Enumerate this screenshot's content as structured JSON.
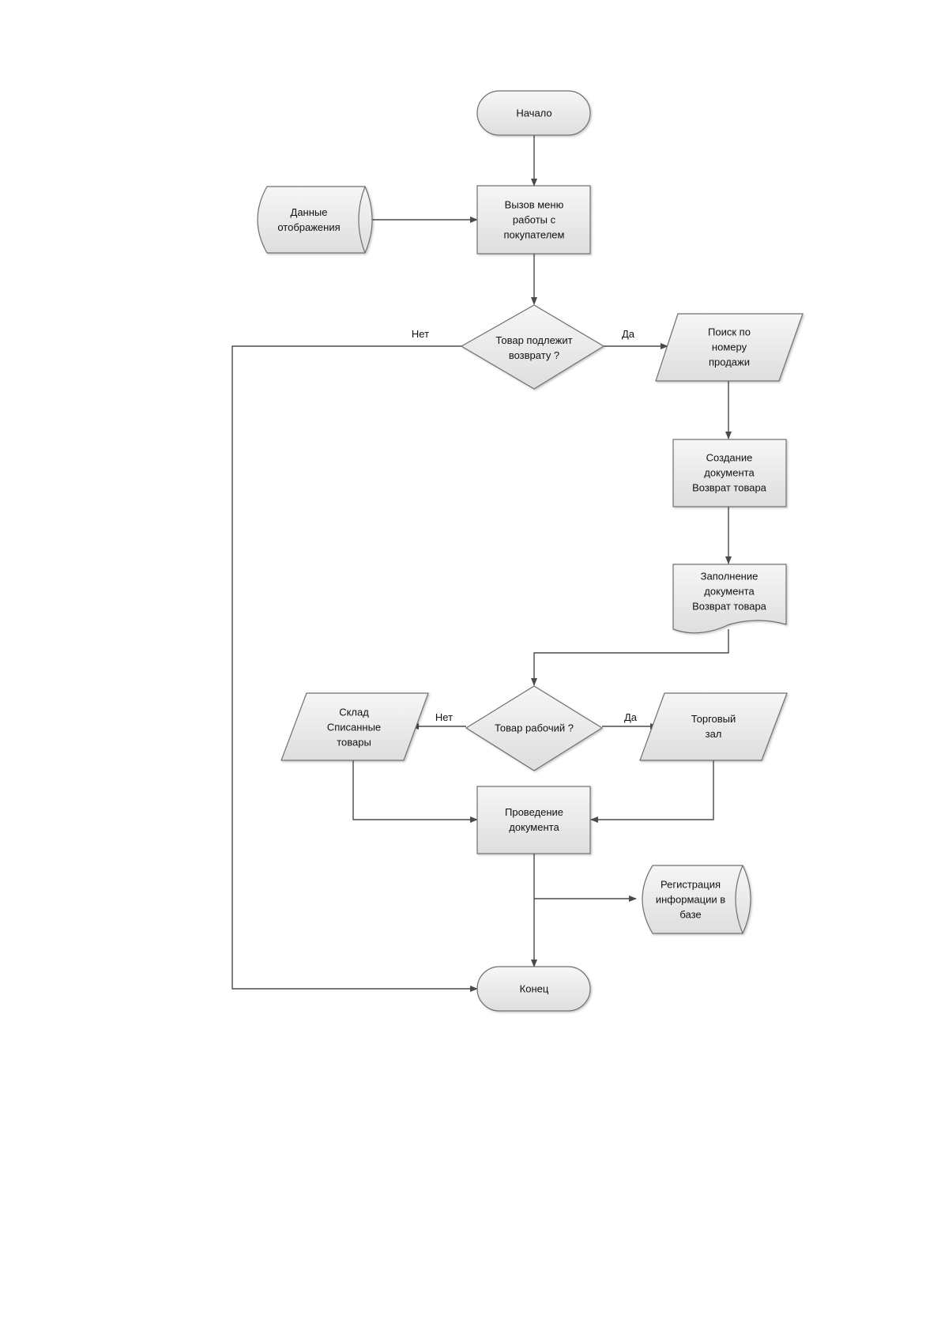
{
  "nodes": {
    "start": [
      "Начало"
    ],
    "menu": [
      "Вызов меню",
      "работы с",
      "покупателем"
    ],
    "display_data": [
      "Данные",
      "отображения"
    ],
    "return_check": [
      "Товар подлежит",
      "возврату ?"
    ],
    "search_sale": [
      "Поиск по",
      "номеру",
      "продажи"
    ],
    "create_doc": [
      "Создание",
      "документа",
      "Возврат товара"
    ],
    "fill_doc": [
      "Заполнение",
      "документа",
      "Возврат товара"
    ],
    "working_check": [
      "Товар рабочий ?"
    ],
    "warehouse": [
      "Склад",
      "Списанные",
      "товары"
    ],
    "sales_floor": [
      "Торговый",
      "зал"
    ],
    "post_doc": [
      "Проведение",
      "документа"
    ],
    "register_db": [
      "Регистрация",
      "информации в",
      "базе"
    ],
    "end": [
      "Конец"
    ]
  },
  "edge_labels": {
    "return_no": "Нет",
    "return_yes": "Да",
    "working_no": "Нет",
    "working_yes": "Да"
  },
  "colors": {
    "fill_top": "#f6f6f6",
    "fill_bottom": "#dedede",
    "stroke": "#6f6f6f",
    "line": "#4a4a4a"
  }
}
